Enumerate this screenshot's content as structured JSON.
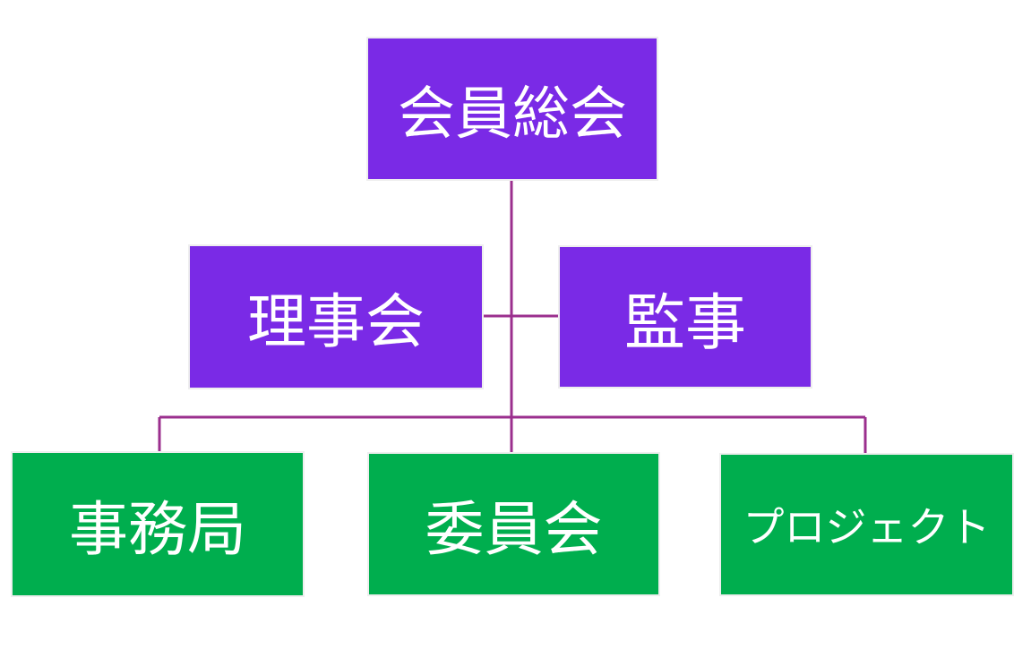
{
  "colors": {
    "upper_node": "#7a2ae6",
    "lower_node": "#00ae4e",
    "connector": "#9b2f8e",
    "text": "#ffffff"
  },
  "org_chart": {
    "root": "会員総会",
    "assistants": [
      "理事会",
      "監事"
    ],
    "children": [
      "事務局",
      "委員会",
      "プロジェクト"
    ]
  }
}
